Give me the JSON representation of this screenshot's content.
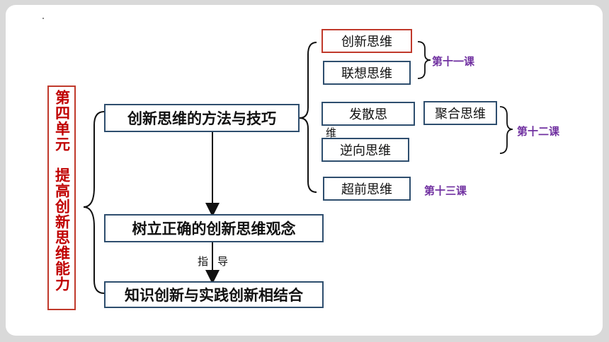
{
  "unit_title": "第四单元　提高创新思维能力",
  "nodes": {
    "methods": "创新思维的方法与技巧",
    "concept": "树立正确的创新思维观念",
    "combine": "知识创新与实践创新相结合",
    "innovative": "创新思维",
    "associative": "联想思维",
    "divergent": "发散思",
    "divergent_tail": "维",
    "convergent": "聚合思维",
    "reverse": "逆向思维",
    "advanced": "超前思维"
  },
  "lessons": {
    "l11": "第十一课",
    "l12": "第十二课",
    "l13": "第十三课"
  },
  "arrow_label": {
    "left": "指",
    "right": "导"
  },
  "colors": {
    "accent_red": "#c00000",
    "box_border": "#2e4e6e",
    "lesson_purple": "#7030a0"
  }
}
